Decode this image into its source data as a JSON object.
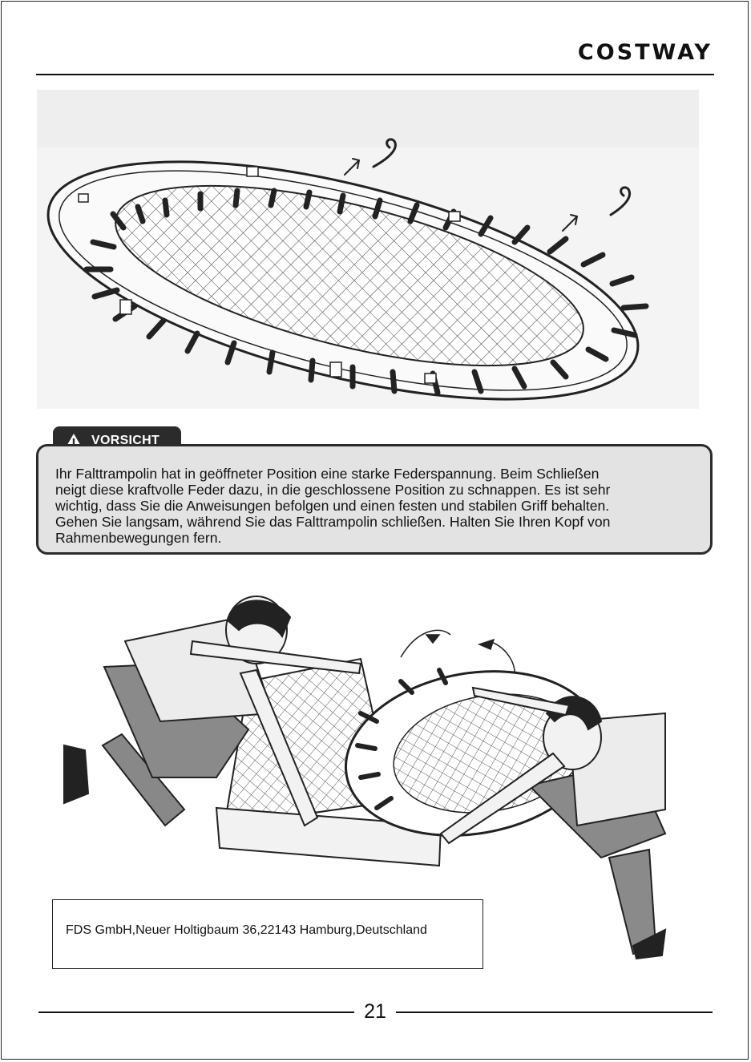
{
  "header": {
    "logo_text": "COSTWAY"
  },
  "caution": {
    "title": "VORSICHT",
    "text": "Ihr Falttrampolin hat in geöffneter Position eine starke Federspannung. Beim Schließen\nneigt diese kraftvolle Feder dazu, in die geschlossene Position zu schnappen. Es ist sehr\nwichtig, dass Sie die Anweisungen befolgen und einen festen und stabilen Griff behalten.\nGehen Sie langsam, während Sie das Falttrampolin schließen. Halten Sie Ihren Kopf von\nRahmenbewegungen fern."
  },
  "address": {
    "text": "FDS GmbH,Neuer Holtigbaum 36,22143 Hamburg,Deutschland"
  },
  "footer": {
    "page_number": "21"
  },
  "icons": {
    "caution": "warning-triangle-icon"
  }
}
